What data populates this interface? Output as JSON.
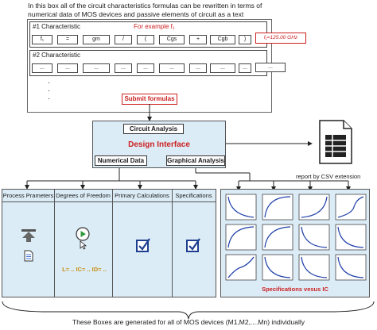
{
  "intro": {
    "line1": "In this box all of the circuit characteristics formulas can be rewritten in terms of",
    "line2": "numerical data of MOS devices and passive elements of circuit as a text"
  },
  "formula_box": {
    "char1_label": "#1 Characteristic",
    "example_label": "For example f₁",
    "row1_cells": [
      "f₁",
      "=",
      "gm",
      "/",
      "(",
      "Cgs",
      "+",
      "Cgb",
      ")"
    ],
    "result_value": "f₁=125.00 GHz",
    "char2_label": "#2 Characteristic",
    "row2_cells": [
      "...",
      "...",
      "...",
      "...",
      "...",
      "...",
      "...",
      "...",
      "..."
    ],
    "row2_extra": "...",
    "dots": ".",
    "submit_label": "Submit formulas"
  },
  "design_interface": {
    "circuit_analysis_label": "Circuit Analysis",
    "title": "Design Interface",
    "numerical_data_label": "Numerical Data",
    "graphical_analysis_label": "Graphical Analysis"
  },
  "report": {
    "label": "report by CSV extension"
  },
  "numeric_panel": {
    "columns": [
      "Process Prameters",
      "Degrees of Freedom",
      "Primary Calculations",
      "Specifications"
    ],
    "dof_formula": "L= ..  IC= ..  ID= .."
  },
  "graph_panel": {
    "caption": "Specifications vesus IC"
  },
  "footer": {
    "text": "These Boxes are generated for all of MOS devices (M1,M2,....Mn) individually"
  },
  "colors": {
    "panel_fill": "#dcecf7",
    "accent_red": "#cc1f1f",
    "curve_blue": "#1f3fa8",
    "icon_blue": "#1e3f8f"
  }
}
